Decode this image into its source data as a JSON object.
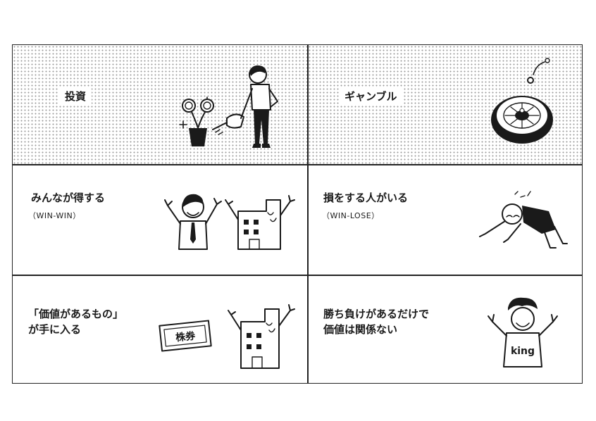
{
  "header": {
    "left": "投資",
    "right": "ギャンブル"
  },
  "row1": {
    "left": {
      "label": "みんなが得する",
      "sub": "（WIN-WIN）"
    },
    "right": {
      "label": "損をする人がいる",
      "sub": "（WIN-LOSE）"
    }
  },
  "row2": {
    "left": {
      "label": "「価値があるもの」\nが手に入る",
      "stock_text": "株券"
    },
    "right": {
      "label": "勝ち負けがあるだけで\n価値は関係ない",
      "shirt_text": "king"
    }
  },
  "colors": {
    "ink": "#1a1a1a",
    "dot_pattern": "#9a9a9a",
    "background": "#ffffff"
  }
}
